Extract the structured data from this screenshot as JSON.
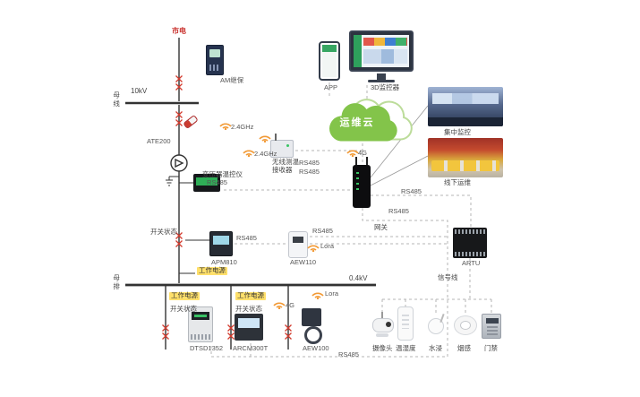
{
  "labels": {
    "mains": "市电",
    "kv10": "10kV",
    "bus_main": "母线",
    "relay": "AM继保",
    "ate200": "ATE200",
    "ghz_a": "2.4GHz",
    "ghz_b": "2.4GHz",
    "transformer_ctrl": "变压器温控仪",
    "rs485_tc": "RS485",
    "recv_line1": "无线测温",
    "recv_line2": "接收器",
    "rs485_recv_a": "RS485",
    "rs485_recv_b": "RS485",
    "app": "APP",
    "monitor3d": "3D监控器",
    "cloud": "运维云",
    "g4_top": "4G",
    "gateway": "网关",
    "central": "集中监控",
    "offline": "线下运维",
    "rs485_gw_a": "RS485",
    "rs485_gw_b": "RS485",
    "artu": "ARTU",
    "signal_line": "信号线",
    "switch_mid": "开关状态",
    "apm810": "APM810",
    "rs485_apm": "RS485",
    "aew110": "AEW110",
    "rs485_aew": "RS485",
    "lora_mid": "Lora",
    "power_mid": "工作电源",
    "bus_low": "母排",
    "kv04": "0.4kV",
    "power_a": "工作电源",
    "power_b": "工作电源",
    "switch_a": "开关状态",
    "switch_b": "开关状态",
    "g4_bot": "4G",
    "lora_bot": "Lora",
    "dtsd": "DTSD1352",
    "arcm": "ARCM300T",
    "aew100": "AEW100",
    "camera": "摄像头",
    "temp_hum": "温湿度",
    "water": "水浸",
    "smoke": "烟感",
    "door": "门禁",
    "rs485_bus": "RS485"
  },
  "colors": {
    "electrical_red": "#c9302c",
    "cloud_green": "#83c44a",
    "wireless_orange": "#f29a36",
    "highlight_yellow": "#ffe06b",
    "wire_black": "#333333",
    "comm_dash_gray": "#aaaaaa"
  },
  "icons": {
    "wireless_signal": "wifi-icon",
    "cloud_shape": "cloud-icon"
  }
}
